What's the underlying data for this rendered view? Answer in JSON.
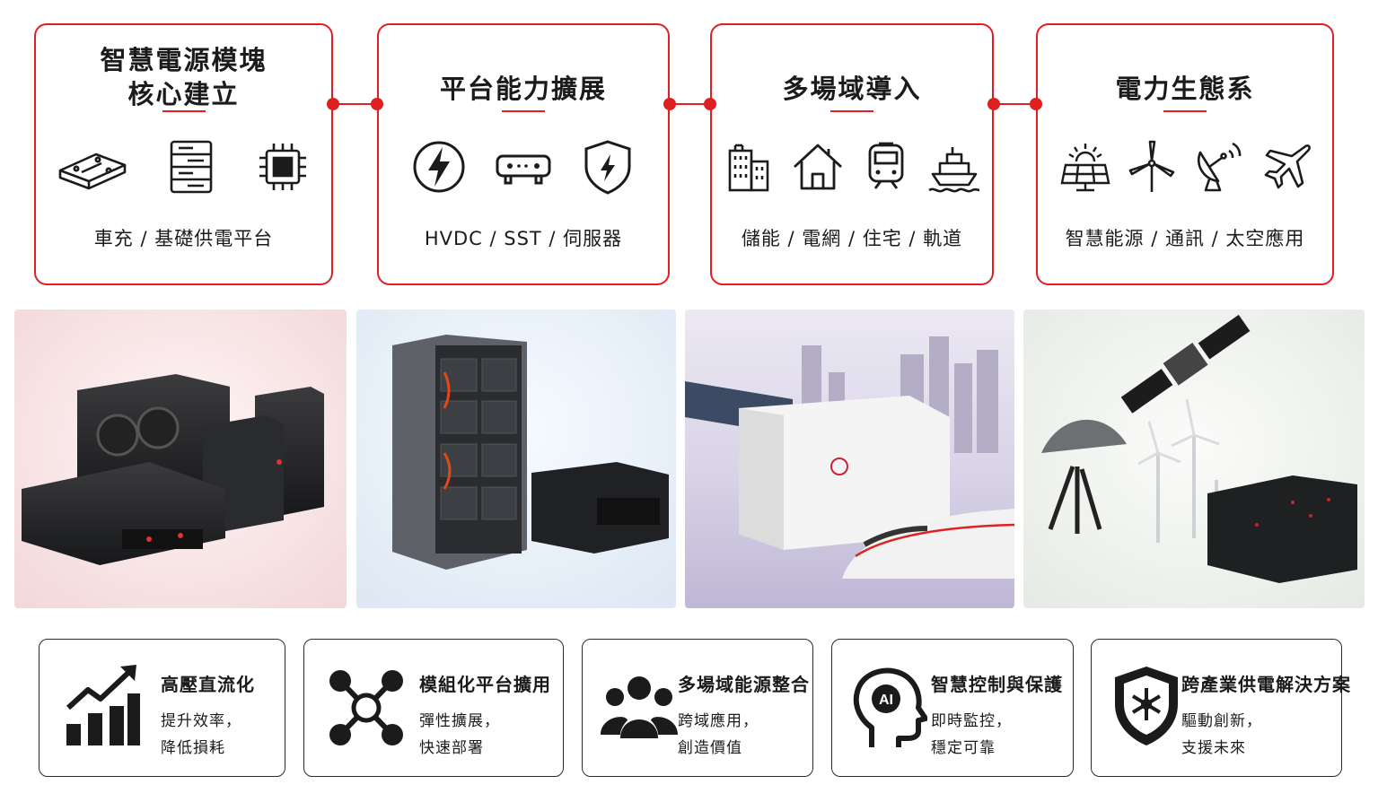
{
  "colors": {
    "accent": "#e02020",
    "text": "#1b1b1b",
    "border": "#2a2a2a"
  },
  "stages": [
    {
      "title_line1": "智慧電源模塊",
      "title_line2": "核心建立",
      "tags": "車充 /  基礎供電平台",
      "icons": [
        "power-module-icon",
        "server-rack-icon",
        "chip-icon"
      ]
    },
    {
      "title": "平台能力擴展",
      "tags": "HVDC  /  SST  /  伺服器",
      "icons": [
        "lightning-circle-icon",
        "connector-icon",
        "shield-bolt-icon"
      ]
    },
    {
      "title": "多場域導入",
      "tags": "儲能  /  電網  /  住宅  /  軌道",
      "icons": [
        "buildings-icon",
        "house-icon",
        "train-icon",
        "ship-icon"
      ]
    },
    {
      "title": "電力生態系",
      "tags": "智慧能源  /  通訊  /  太空應用",
      "icons": [
        "solar-panel-icon",
        "wind-turbine-icon",
        "satellite-dish-icon",
        "airplane-icon"
      ]
    }
  ],
  "photos": [
    {
      "name": "power-modules-photo"
    },
    {
      "name": "energy-storage-rack-photo"
    },
    {
      "name": "container-train-city-photo"
    },
    {
      "name": "satellite-turbines-servers-photo"
    }
  ],
  "features": [
    {
      "title": "高壓直流化",
      "line1": "提升效率，",
      "line2": "降低損耗",
      "icon": "growth-chart-icon"
    },
    {
      "title": "模組化平台擴用",
      "line1": "彈性擴展，",
      "line2": "快速部署",
      "icon": "network-nodes-icon"
    },
    {
      "title": "多場域能源整合",
      "line1": "跨域應用，",
      "line2": "創造價值",
      "icon": "people-group-icon"
    },
    {
      "title": "智慧控制與保護",
      "line1": "即時監控，",
      "line2": "穩定可靠",
      "icon": "ai-head-icon",
      "icon_text": "AI"
    },
    {
      "title": "跨產業供電解決方案",
      "line1": "驅動創新，",
      "line2": "支援未來",
      "icon": "shield-star-icon"
    }
  ]
}
